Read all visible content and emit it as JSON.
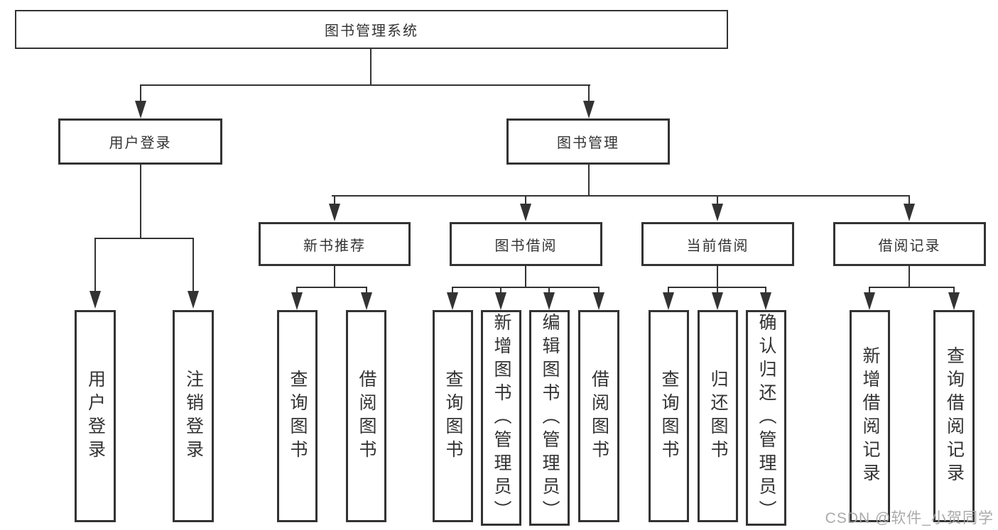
{
  "tree": {
    "root": "图书管理系统",
    "branches": [
      {
        "label": "用户登录",
        "leaves": [
          "用户登录",
          "注销登录"
        ]
      },
      {
        "label": "图书管理",
        "groups": [
          {
            "label": "新书推荐",
            "leaves": [
              "查询图书",
              "借阅图书"
            ]
          },
          {
            "label": "图书借阅",
            "leaves": [
              "查询图书",
              "新增图书（管理员）",
              "编辑图书（管理员）",
              "借阅图书"
            ]
          },
          {
            "label": "当前借阅",
            "leaves": [
              "查询图书",
              "归还图书",
              "确认归还（管理员）"
            ]
          },
          {
            "label": "借阅记录",
            "leaves": [
              "新增借阅记录",
              "查询借阅记录"
            ]
          }
        ]
      }
    ]
  },
  "watermark": {
    "text": "CSDN @软件_小贺同学"
  },
  "colors": {
    "line": "#333333",
    "text": "#333333",
    "watermark": "#a5a5a5",
    "background": "#ffffff"
  }
}
